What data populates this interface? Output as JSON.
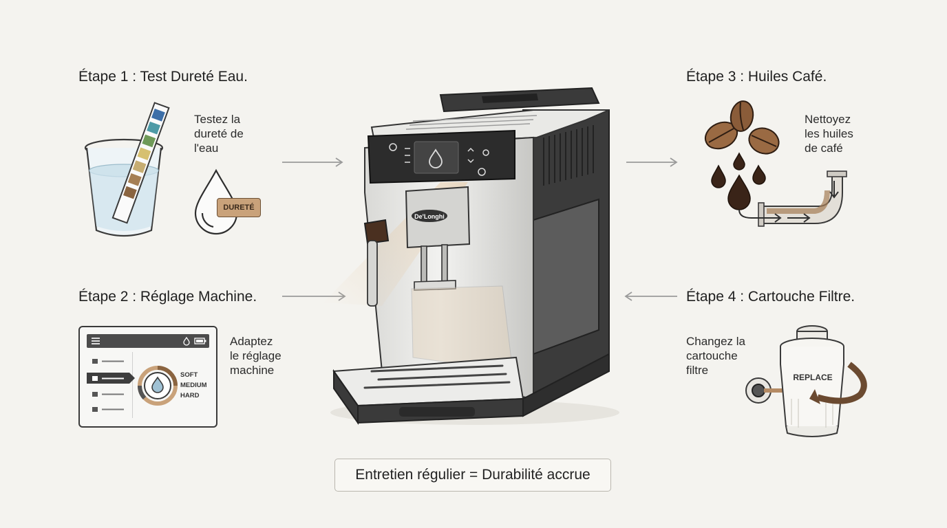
{
  "steps": [
    {
      "title": "Étape 1 : Test Dureté Eau.",
      "desc": [
        "Testez la",
        "dureté de",
        "l'eau"
      ],
      "badge": "DURETÉ"
    },
    {
      "title": "Étape 2 : Réglage Machine.",
      "desc": [
        "Adaptez",
        "le réglage",
        "machine"
      ],
      "levels": [
        "SOFT",
        "MEDIUM",
        "HARD"
      ]
    },
    {
      "title": "Étape 3 : Huiles Café.",
      "desc": [
        "Nettoyez",
        "les huiles",
        "de café"
      ]
    },
    {
      "title": "Étape 4 : Cartouche Filtre.",
      "desc": [
        "Changez la",
        "cartouche",
        "filtre"
      ],
      "cartridge_label": "REPLACE"
    }
  ],
  "machine": {
    "brand": "De'Longhi"
  },
  "footer": "Entretien régulier = Durabilité accrue",
  "colors": {
    "background": "#f4f3ef",
    "text": "#1e1e1e",
    "accent_tan": "#c9a27a",
    "coffee": "#4a2e1e"
  }
}
